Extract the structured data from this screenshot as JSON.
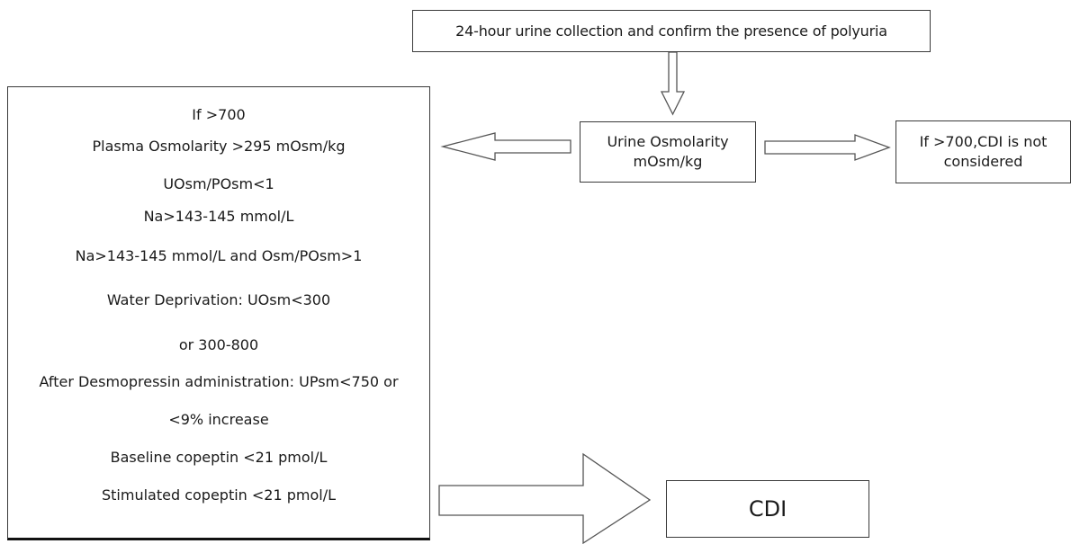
{
  "flow": {
    "top_box": "24-hour urine collection and confirm the presence of polyuria",
    "urine_box": {
      "line1": "Urine Osmolarity",
      "line2": "mOsm/kg"
    },
    "right_box": {
      "line1": "If >700,CDI is not",
      "line2": "considered"
    },
    "criteria_box": {
      "lines": [
        "If >700",
        "Plasma Osmolarity >295 mOsm/kg",
        "UOsm/POsm<1",
        "Na>143-145 mmol/L",
        "Na>143-145 mmol/L and Osm/POsm>1",
        "Water Deprivation: UOsm<300",
        "or 300-800",
        "After Desmopressin administration: UPsm<750 or",
        "<9% increase",
        "Baseline copeptin <21 pmol/L",
        "Stimulated copeptin <21 pmol/L"
      ]
    },
    "result_box": "CDI"
  }
}
